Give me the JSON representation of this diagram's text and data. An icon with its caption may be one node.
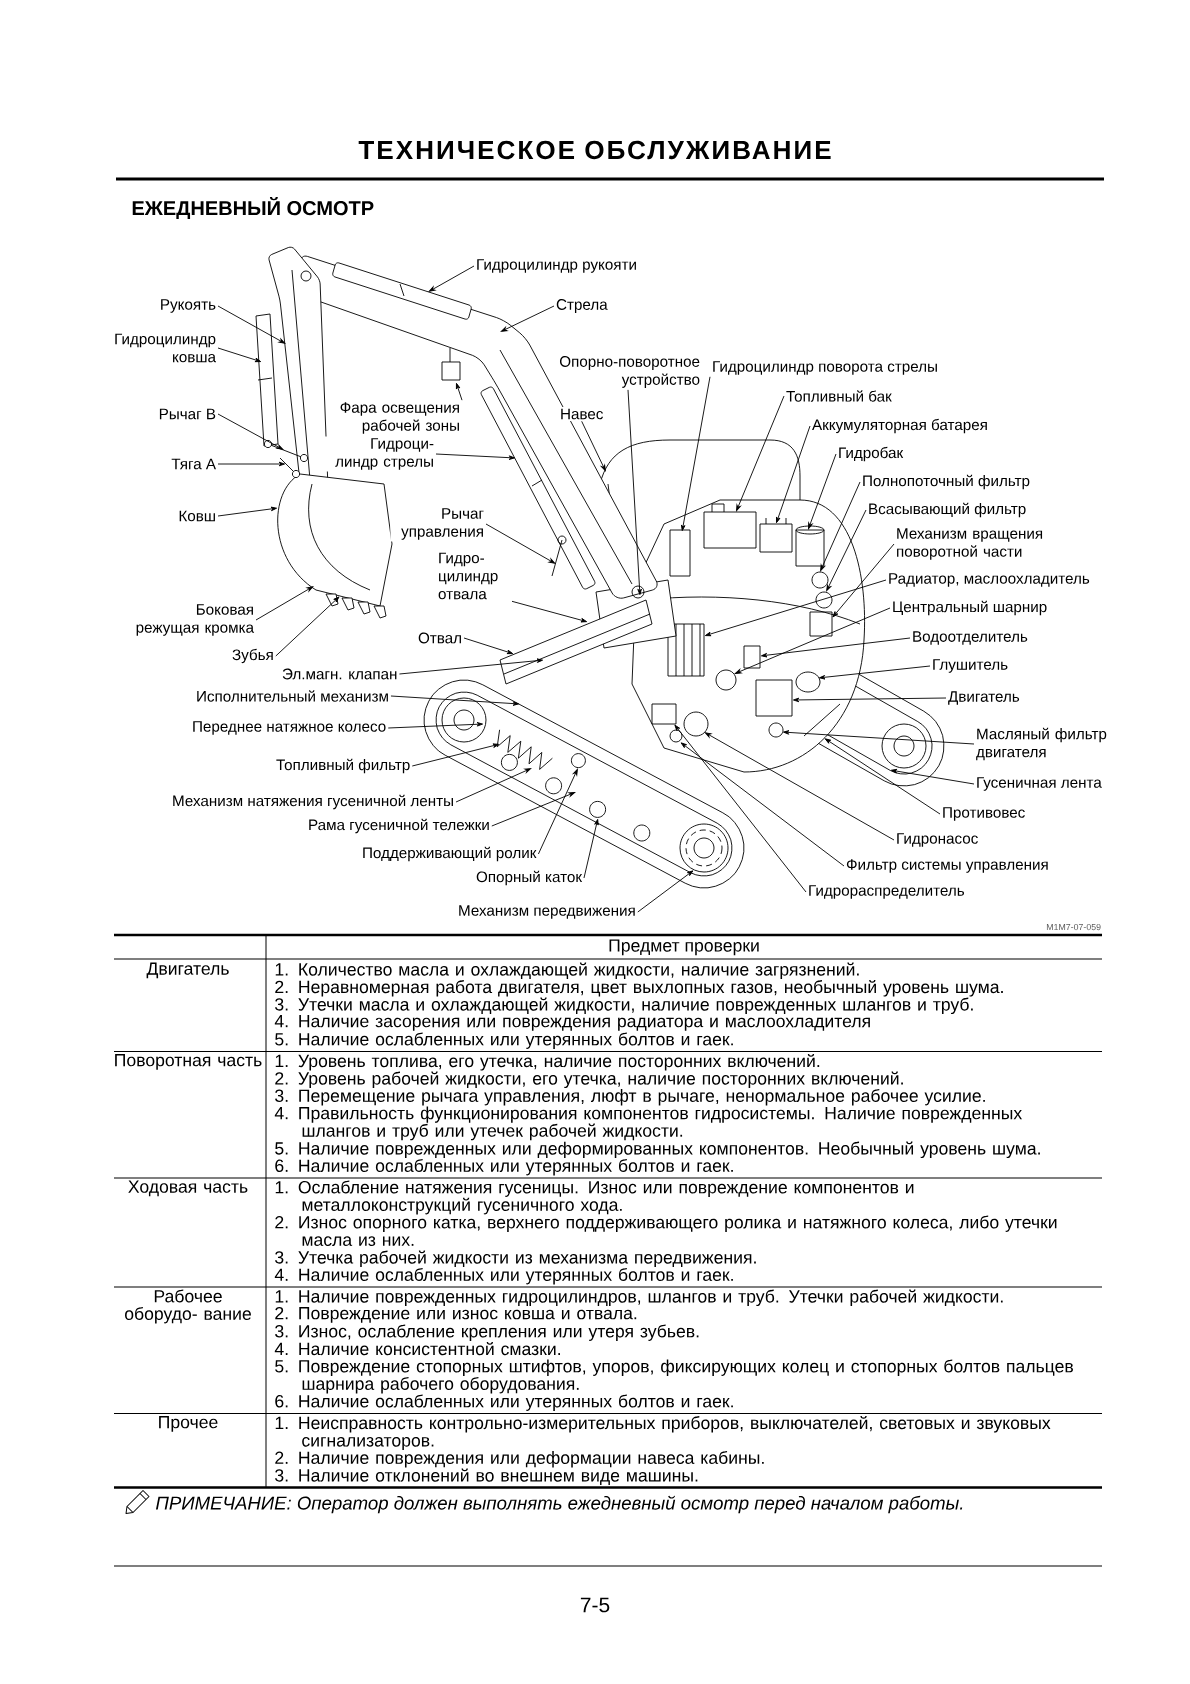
{
  "diagram": {
    "title": "ТЕХНИЧЕСКОЕ ОБСЛУЖИВАНИЕ",
    "nodes": [
      {
        "text": [
          "Гидроцилиндр рукояти"
        ]
      },
      {
        "text": [
          "Рукоять"
        ]
      },
      {
        "text": [
          "Стрела"
        ]
      },
      {
        "text": [
          "Гидроцилиндр ковша"
        ]
      },
      {
        "text": [
          "Опорно-поворотное устройство"
        ]
      },
      {
        "text": [
          "Фара освещения рабочей зоны"
        ]
      },
      {
        "text": [
          "Навес"
        ]
      },
      {
        "text": [
          "Рычаг В"
        ]
      },
      {
        "text": [
          "Гидроци- линдр стрелы"
        ]
      },
      {
        "text": [
          "Тяга А"
        ]
      },
      {
        "text": [
          "Рычаг управления"
        ]
      },
      {
        "text": [
          "Ковш"
        ]
      },
      {
        "text": [
          "Гидро- цилиндр отвала"
        ]
      },
      {
        "text": [
          "Боковая режущая кромка"
        ]
      },
      {
        "text": [
          "Отвал"
        ]
      },
      {
        "text": [
          "Зубья"
        ]
      },
      {
        "text": [
          "Эл.магн. клапан"
        ]
      },
      {
        "text": [
          "Исполнительный механизм"
        ]
      },
      {
        "text": [
          "Переднее натяжное колесо"
        ]
      },
      {
        "text": [
          "Топливный фильтр"
        ]
      },
      {
        "text": [
          "Механизм натяжения гусеничной ленты"
        ]
      },
      {
        "text": [
          "Рама гусеничной тележки"
        ]
      },
      {
        "text": [
          "Поддерживающий ролик"
        ]
      },
      {
        "text": [
          "Опорный каток"
        ]
      },
      {
        "text": [
          "Механизм передвижения"
        ]
      },
      {
        "text": [
          "Гидроцилиндр поворота стрелы"
        ]
      },
      {
        "text": [
          "Топливный бак"
        ]
      },
      {
        "text": [
          "Аккумуляторная батарея"
        ]
      },
      {
        "text": [
          "Гидробак"
        ]
      },
      {
        "text": [
          "Полнопоточный фильтр"
        ]
      },
      {
        "text": [
          "Всасывающий фильтр"
        ]
      },
      {
        "text": [
          "Механизм вращения поворотной части"
        ]
      },
      {
        "text": [
          "Радиатор, маслоохладитель"
        ]
      },
      {
        "text": [
          "Центральный шарнир"
        ]
      },
      {
        "text": [
          "Водоотделитель"
        ]
      },
      {
        "text": [
          "Глушитель"
        ]
      },
      {
        "text": [
          "Двигатель"
        ]
      },
      {
        "text": [
          "Масляный фильтр двигателя"
        ]
      },
      {
        "text": [
          "Гусеничная лента"
        ]
      },
      {
        "text": [
          "Противовес"
        ]
      },
      {
        "text": [
          "Гидронасос"
        ]
      },
      {
        "text": [
          "Фильтр системы управления"
        ]
      },
      {
        "text": [
          "Гидрораспределитель"
        ]
      }
    ],
    "edges": [
      {
        "from": 0,
        "to": null,
        "arrow": "to"
      },
      {
        "from": 1,
        "to": null,
        "arrow": "to"
      },
      {
        "from": 2,
        "to": null,
        "arrow": "to"
      },
      {
        "from": 3,
        "to": null,
        "arrow": "to"
      },
      {
        "from": 4,
        "to": null,
        "arrow": "to"
      },
      {
        "from": 5,
        "to": null,
        "arrow": "to"
      },
      {
        "from": 6,
        "to": null,
        "arrow": "to"
      },
      {
        "from": 7,
        "to": null,
        "arrow": "to"
      },
      {
        "from": 8,
        "to": null,
        "arrow": "to"
      },
      {
        "from": 9,
        "to": null,
        "arrow": "to"
      },
      {
        "from": 10,
        "to": null,
        "arrow": "to"
      },
      {
        "from": 11,
        "to": null,
        "arrow": "to"
      },
      {
        "from": 12,
        "to": null,
        "arrow": "to"
      },
      {
        "from": 13,
        "to": null,
        "arrow": "to"
      },
      {
        "from": 14,
        "to": null,
        "arrow": "to"
      },
      {
        "from": 15,
        "to": null,
        "arrow": "to"
      },
      {
        "from": 16,
        "to": null,
        "arrow": "to"
      },
      {
        "from": 17,
        "to": null,
        "arrow": "to"
      },
      {
        "from": 18,
        "to": null,
        "arrow": "to"
      },
      {
        "from": 19,
        "to": null,
        "arrow": "to"
      },
      {
        "from": 20,
        "to": null,
        "arrow": "to"
      },
      {
        "from": 21,
        "to": null,
        "arrow": "to"
      },
      {
        "from": 22,
        "to": null,
        "arrow": "to"
      },
      {
        "from": 23,
        "to": null,
        "arrow": "to"
      },
      {
        "from": 24,
        "to": null,
        "arrow": "to"
      },
      {
        "from": 25,
        "to": null,
        "arrow": "to"
      },
      {
        "from": 26,
        "to": null,
        "arrow": "to"
      },
      {
        "from": 27,
        "to": null,
        "arrow": "to"
      },
      {
        "from": 28,
        "to": null,
        "arrow": "to"
      },
      {
        "from": 29,
        "to": null,
        "arrow": "to"
      },
      {
        "from": 30,
        "to": null,
        "arrow": "to"
      },
      {
        "from": 31,
        "to": null,
        "arrow": "to"
      },
      {
        "from": 32,
        "to": null,
        "arrow": "to"
      },
      {
        "from": 33,
        "to": null,
        "arrow": "to"
      },
      {
        "from": 34,
        "to": null,
        "arrow": "to"
      },
      {
        "from": 35,
        "to": null,
        "arrow": "to"
      },
      {
        "from": 36,
        "to": null,
        "arrow": "to"
      },
      {
        "from": 37,
        "to": null,
        "arrow": "to"
      },
      {
        "from": 38,
        "to": null,
        "arrow": "to"
      },
      {
        "from": 39,
        "to": null,
        "arrow": "to"
      },
      {
        "from": 40,
        "to": null,
        "arrow": "to"
      },
      {
        "from": 41,
        "to": null,
        "arrow": "to"
      },
      {
        "from": 42,
        "to": null,
        "arrow": "to"
      }
    ],
    "labels": [
      "ЕЖЕДНЕВНЫЙ ОСМОТР",
      "M1M7-07-059",
      "Предмет проверки",
      "Двигатель",
      "1. Количество масла и охлаждающей жидкости, наличие загрязнений.",
      "2. Неравномерная работа двигателя, цвет выхлопных газов, необычный уровень шума.",
      "3. Утечки масла и охлаждающей жидкости, наличие поврежденных шлангов и труб.",
      "4. Наличие засорения или повреждения радиатора и маслоохладителя",
      "5. Наличие ослабленных или утерянных болтов и гаек.",
      "Поворотная часть",
      "1. Уровень топлива, его утечка, наличие посторонних включений.",
      "2. Уровень рабочей жидкости, его утечка, наличие посторонних включений.",
      "3. Перемещение рычага управления, люфт в рычаге, ненормальное рабочее усилие.",
      "4. Правильность функционирования компонентов гидросистемы. Наличие поврежденных шлангов и труб или утечек рабочей жидкости.",
      "5. Наличие поврежденных или деформированных компонентов. Необычный уровень шума.",
      "6. Наличие ослабленных или утерянных болтов и гаек.",
      "Ходовая часть",
      "1. Ослабление натяжения гусеницы. Износ или повреждение компонентов и металлоконструкций гусеничного хода.",
      "2. Износ опорного катка, верхнего поддерживающего ролика и натяжного колеса, либо утечки масла из них.",
      "3. Утечка рабочей жидкости из механизма передвижения.",
      "4. Наличие ослабленных или утерянных болтов и гаек.",
      "Рабочее оборудо- вание",
      "1. Наличие поврежденных гидроцилиндров, шлангов и труб. Утечки рабочей жидкости.",
      "2. Повреждение или износ ковша и отвала.",
      "3. Износ, ослабление крепления или утеря зубьев.",
      "4. Наличие консистентной смазки.",
      "5. Повреждение стопорных штифтов, упоров, фиксирующих колец и стопорных болтов пальцев шарнира рабочего оборудования.",
      "6. Наличие ослабленных или утерянных болтов и гаек.",
      "Прочее",
      "1. Неисправность контрольно-измерительных приборов, выключателей, световых и звуковых сигнализаторов.",
      "2. Наличие повреждения или деформации навеса кабины.",
      "3. Наличие отклонений во внешнем виде машины.",
      "ПРИМЕЧАНИЕ: Оператор должен выполнять ежедневный осмотр перед началом работы.",
      "7-5"
    ]
  }
}
